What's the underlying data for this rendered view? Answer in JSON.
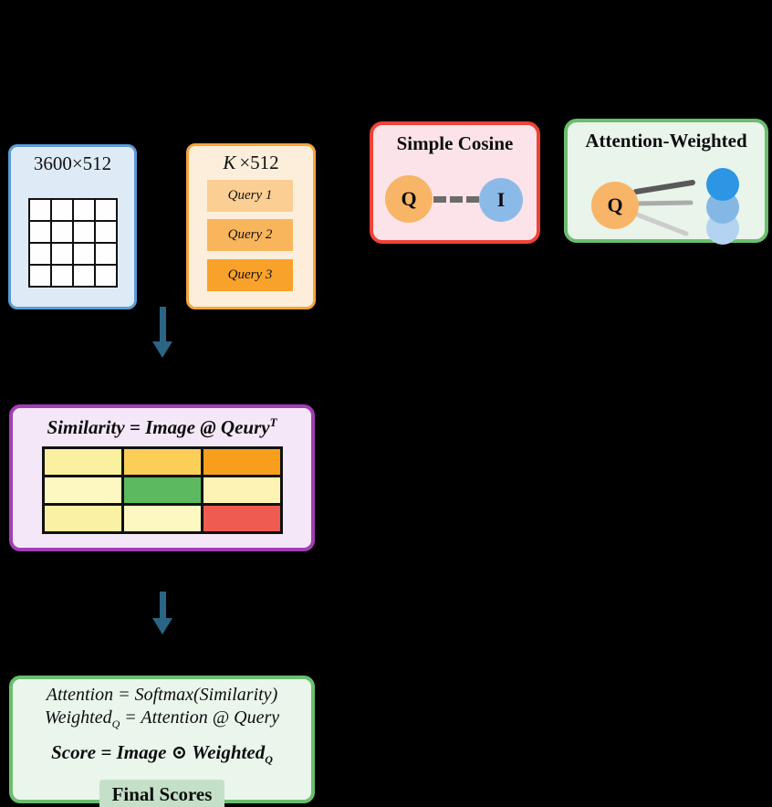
{
  "background": "#000000",
  "arrow_color": "#2A6586",
  "image_matrix": {
    "label": "3600×512",
    "fill": "#DEEBF7",
    "border": "#5B9BD5",
    "grid": {
      "rows": 4,
      "cols": 4,
      "cell_color": "#FEFEFE"
    }
  },
  "query_matrix": {
    "label_k": "K",
    "label_rest": "×512",
    "fill": "#FCEEDB",
    "border": "#F5A53C",
    "queries": [
      {
        "label": "Query 1",
        "color": "#FBCE93"
      },
      {
        "label": "Query 2",
        "color": "#F9B55C"
      },
      {
        "label": "Query 3",
        "color": "#F8A22B"
      }
    ]
  },
  "simple_cosine": {
    "title": "Simple Cosine",
    "fill": "#FBE3E9",
    "border": "#F04237",
    "q_label": "Q",
    "q_color": "#F8B567",
    "i_label": "I",
    "i_color": "#8CBAE8",
    "link_color": "#6B6B6B"
  },
  "attention_weighted": {
    "title": "Attention-Weighted",
    "fill": "#E9F4EA",
    "border": "#6ABE6E",
    "q_label": "Q",
    "q_color": "#F8B567",
    "weight_lines": [
      "#595959",
      "#ABABAB",
      "#CCCCCC"
    ],
    "weight_circles": [
      "#2D96E4",
      "#85B7E5",
      "#B3D3F0"
    ]
  },
  "similarity_box": {
    "title": "Similarity = Image @ Qeury",
    "title_sup": "T",
    "fill": "#F4E8F8",
    "border": "#A23DB5",
    "heatmap": [
      [
        "#FBF0A0",
        "#FBCE58",
        "#F99E1C"
      ],
      [
        "#FDF7C2",
        "#5CB95F",
        "#FCF3B4"
      ],
      [
        "#FBF1A4",
        "#FDF7C2",
        "#EF5B50"
      ]
    ]
  },
  "score_box": {
    "fill": "#EAF6EC",
    "border": "#6ABE6E",
    "line1": "Attention = Softmax(Similarity)",
    "line2_main": "Weighted",
    "line2_sub": "Q",
    "line2_rest": " = Attention @ Query",
    "line3_main": "Score = Image ⊙ Weighted",
    "line3_sub": "Q",
    "badge": "Final Scores",
    "badge_color": "#C5E0C8"
  }
}
